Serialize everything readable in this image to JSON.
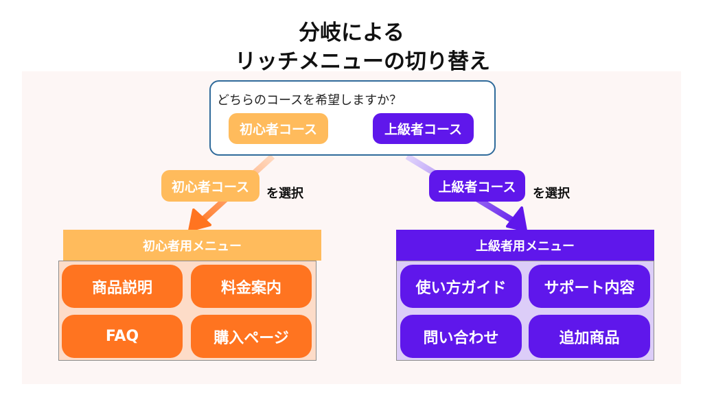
{
  "title": {
    "line1": "分岐による",
    "line2": "リッチメニューの切り替え"
  },
  "question": {
    "text": "どちらのコースを希望しますか？",
    "beginner_button": "初心者コース",
    "advanced_button": "上級者コース"
  },
  "branches": {
    "beginner": {
      "label": "初心者コース",
      "suffix": "を選択"
    },
    "advanced": {
      "label": "上級者コース",
      "suffix": "を選択"
    }
  },
  "menus": {
    "beginner": {
      "header": "初心者用メニュー",
      "items": [
        "商品説明",
        "料金案内",
        "FAQ",
        "購入ページ"
      ]
    },
    "advanced": {
      "header": "上級者用メニュー",
      "items": [
        "使い方ガイド",
        "サポート内容",
        "問い合わせ",
        "追加商品"
      ]
    }
  },
  "colors": {
    "beginner_light": "#ffbb5c",
    "beginner_dark": "#ff7420",
    "advanced": "#5f17eb",
    "question_border": "#2f6a9a"
  }
}
